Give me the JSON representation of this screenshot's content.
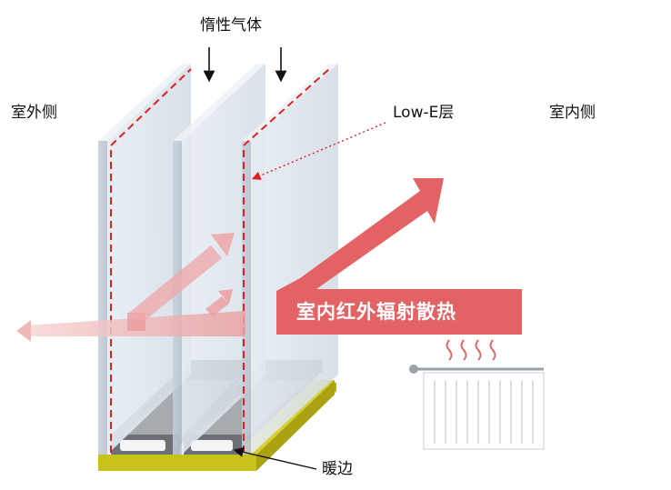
{
  "labels": {
    "inert_gas": "惰性气体",
    "outdoor_side": "室外侧",
    "indoor_side": "室内侧",
    "low_e_layer": "Low-E层",
    "warm_edge": "暖边",
    "banner": "室内红外辐射散热"
  },
  "colors": {
    "accent_red": "#e05a5c",
    "dash_red": "#e02020",
    "spacer_yellow": "#c9c21a",
    "glass": "#dde6ee",
    "spacer_gray": "#8a8e92"
  },
  "icons": {
    "heater": "radiator-icon",
    "heat_waves": "heat-wave-icon"
  }
}
